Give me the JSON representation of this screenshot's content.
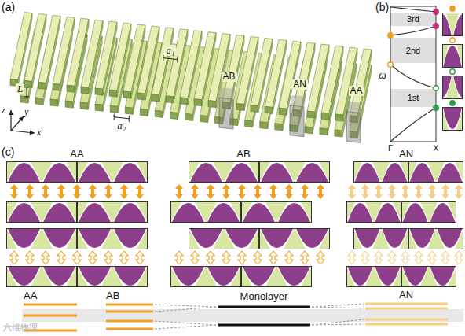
{
  "diagram": {
    "labels": [
      "(a)",
      "a₁",
      "L",
      "a₂",
      "z",
      "y",
      "x",
      "AB",
      "AN",
      "AA",
      "(b)",
      "3rd",
      "2nd",
      "ω",
      "1st",
      "Γ",
      "X",
      "(c)",
      "AA",
      "AB",
      "AN",
      "AA",
      "AB",
      "Monolayer",
      "AN",
      "六维物理"
    ]
  }
}
